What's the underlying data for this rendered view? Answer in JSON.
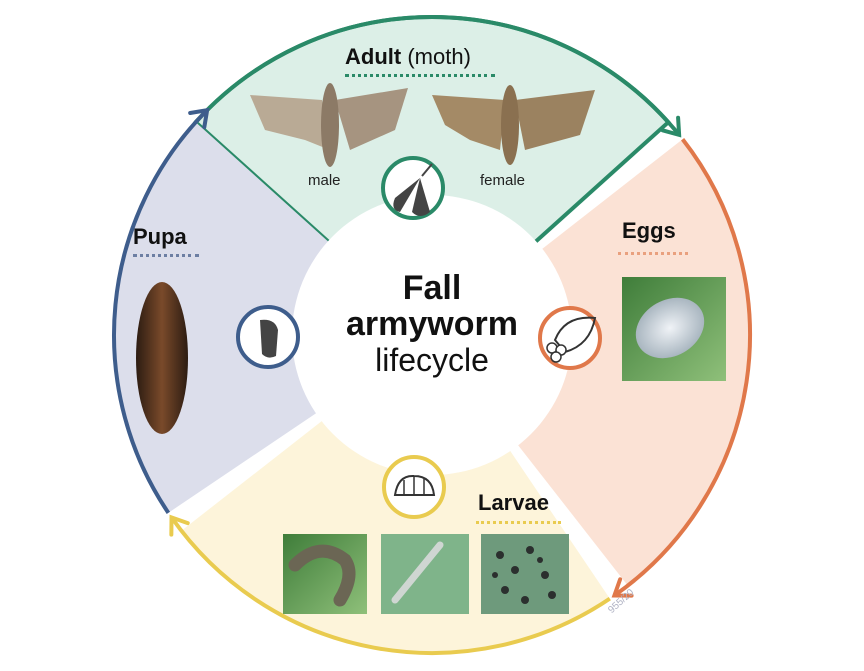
{
  "title": {
    "line1": "Fall",
    "line2": "armyworm",
    "line3": "lifecycle"
  },
  "stages": {
    "adult": {
      "label": "Adult",
      "sub": "(moth)",
      "male": "male",
      "female": "female",
      "icon": "moth-icon"
    },
    "eggs": {
      "label": "Eggs",
      "icon": "leaf-eggs-icon"
    },
    "larvae": {
      "label": "Larvae",
      "icon": "caterpillar-icon"
    },
    "pupa": {
      "label": "Pupa",
      "icon": "pupa-icon"
    }
  },
  "stamp": "955/20",
  "colors": {
    "adult": "#2a8a68",
    "adult_fill": "#dcefe7",
    "eggs": "#e0784a",
    "eggs_fill": "#fbe2d5",
    "larvae": "#e9cb4f",
    "larvae_fill": "#fdf4da",
    "pupa": "#3e5d8c",
    "pupa_fill": "#dcdeeb"
  }
}
